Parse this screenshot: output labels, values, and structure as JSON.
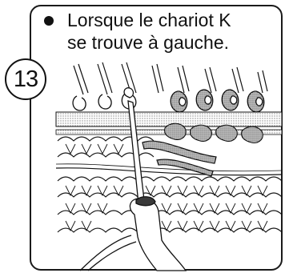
{
  "step": {
    "number": "13"
  },
  "caption": {
    "line1": "Lorsque le chariot K",
    "line2": "se trouve à gauche."
  },
  "illustration": {
    "subject": "knitting-hooks-and-finger",
    "colors": {
      "ink": "#111111",
      "fabric_fill": "#ffffff",
      "needle_bed_shade": "#bdbdbd"
    }
  }
}
